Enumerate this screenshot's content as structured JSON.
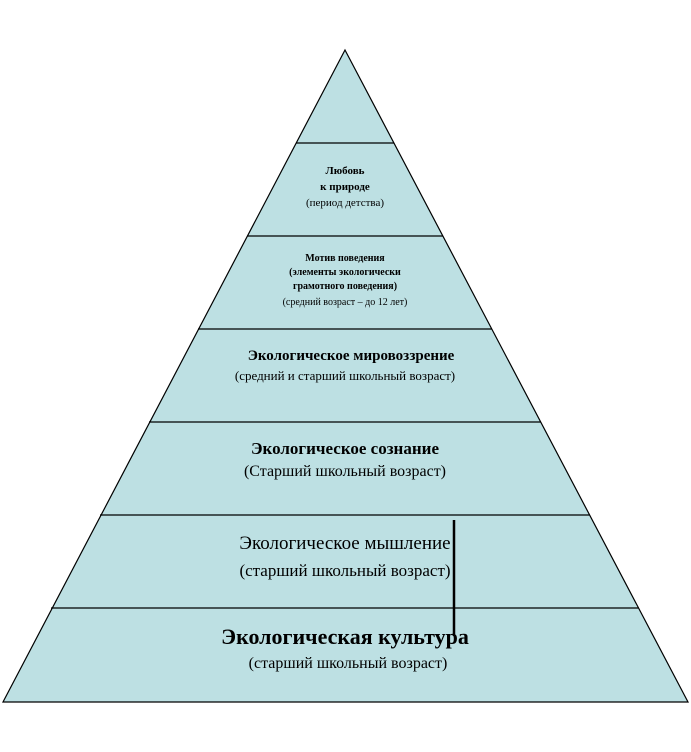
{
  "pyramid": {
    "fill_color": "#bde0e3",
    "stroke_color": "#000000",
    "levels": [
      {
        "id": "level-apex",
        "lines": []
      },
      {
        "id": "level-love-nature",
        "lines": [
          "Любовь",
          "к природе",
          "(период детства)"
        ]
      },
      {
        "id": "level-behavior-motive",
        "lines": [
          "Мотив поведения",
          "(элементы экологически",
          "грамотного поведения)",
          "(средний возраст – до 12 лет)"
        ]
      },
      {
        "id": "level-eco-worldview",
        "lines": [
          "Экологическое мировоззрение",
          "(средний и старший школьный возраст)"
        ]
      },
      {
        "id": "level-eco-consciousness",
        "lines": [
          "Экологическое сознание",
          "(Старший школьный возраст)"
        ]
      },
      {
        "id": "level-eco-thinking",
        "lines": [
          "Экологическое мышление",
          "(старший школьный возраст)"
        ]
      },
      {
        "id": "level-eco-culture",
        "lines": [
          "Экологическая культура",
          "(старший школьный возраст)"
        ]
      }
    ]
  }
}
